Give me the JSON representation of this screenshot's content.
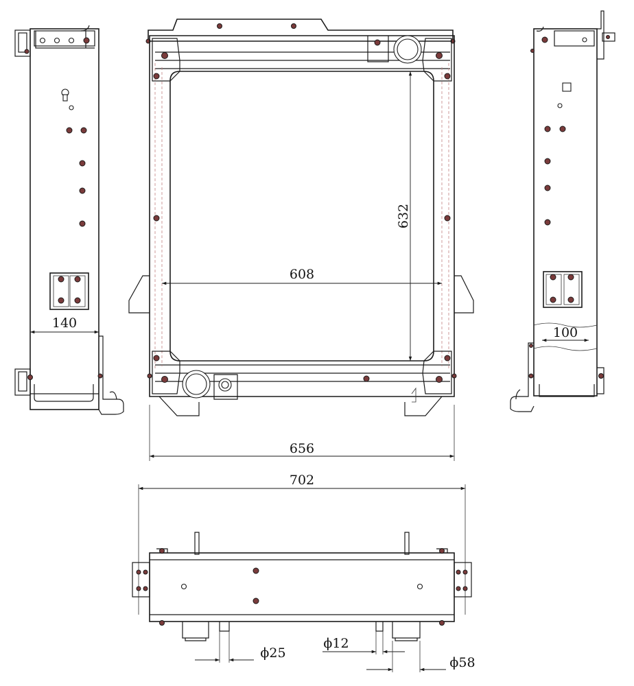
{
  "diagram": {
    "dimensions": {
      "inner_height": "632",
      "inner_width": "608",
      "outer_width": "656",
      "overall_width": "702",
      "left_side_depth": "140",
      "right_side_depth": "100",
      "pipe_small_left": "ϕ25",
      "pipe_small_right": "ϕ12",
      "pipe_large": "ϕ58"
    }
  }
}
